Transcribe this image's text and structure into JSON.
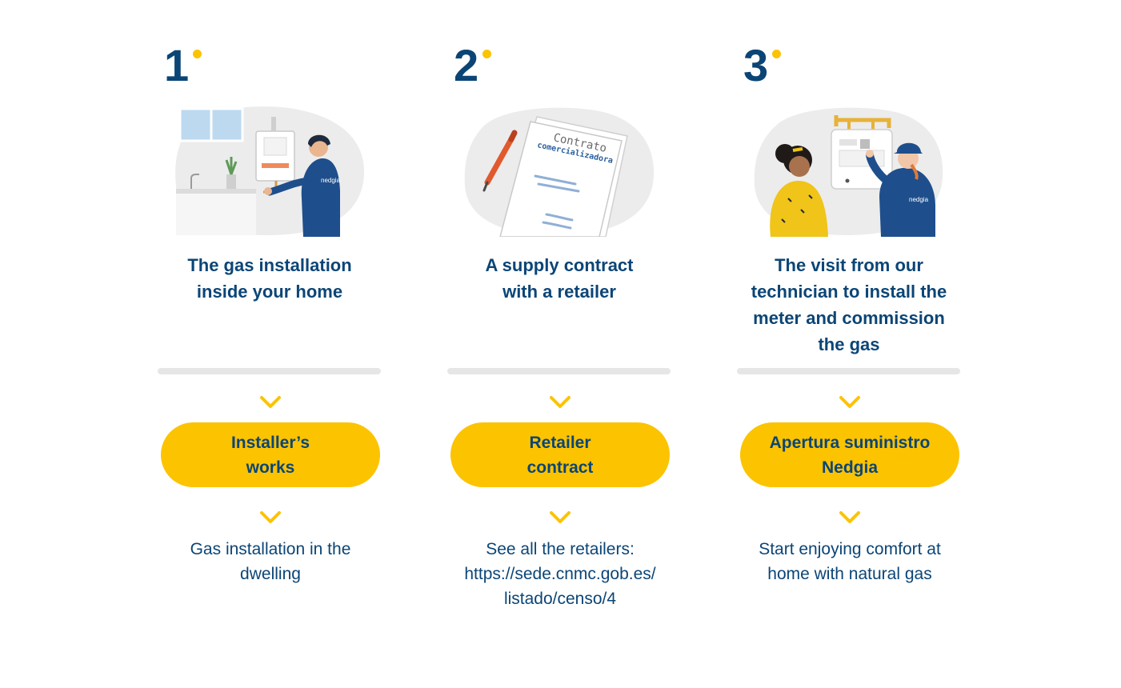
{
  "accent_color": "#fcc300",
  "text_color": "#0b4576",
  "steps": [
    {
      "number": "1",
      "title": "The gas installation\ninside your home",
      "illustration_icon": "technician-installing-boiler-illustration",
      "button_label": "Installer’s\nworks",
      "description": "Gas installation in the\ndwelling"
    },
    {
      "number": "2",
      "title": "A supply contract\nwith a retailer",
      "illustration_icon": "contract-document-illustration",
      "illustration_text_1": "Contrato",
      "illustration_text_2": "comercializadora",
      "button_label": "Retailer\ncontract",
      "description": "See all the retailers:\nhttps://sede.cnmc.gob.es/\nlistado/censo/4"
    },
    {
      "number": "3",
      "title": "The visit from our\ntechnician to install the\nmeter and commission\nthe gas",
      "illustration_icon": "technician-installing-meter-illustration",
      "button_label": "Apertura suministro\nNedgia",
      "description": "Start enjoying comfort at\nhome with natural gas"
    }
  ]
}
